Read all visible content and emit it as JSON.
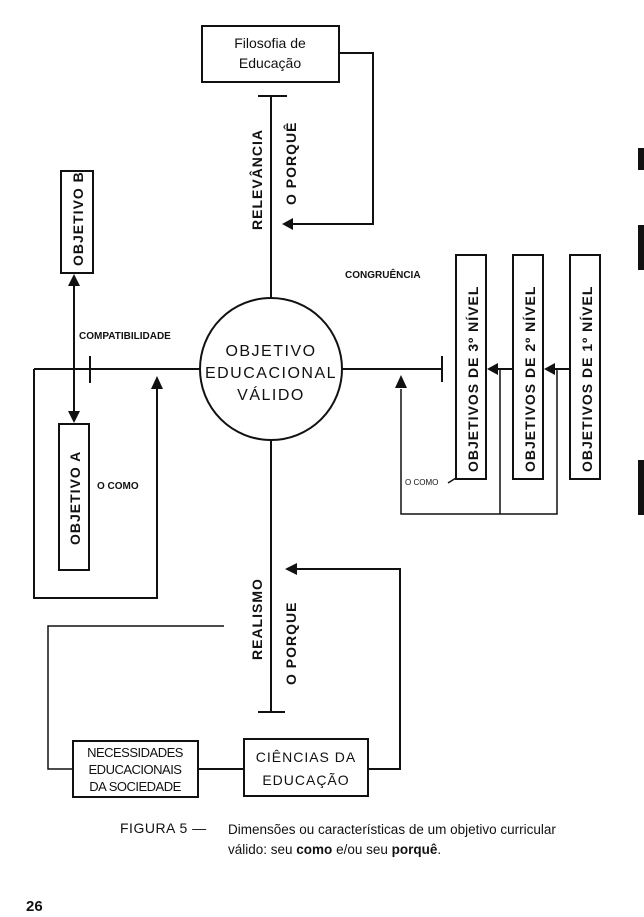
{
  "figure": {
    "center": {
      "lines": [
        "OBJETIVO",
        "EDUCACIONAL",
        "VÁLIDO"
      ]
    },
    "top_box": {
      "lines": [
        "Filosofia de",
        "Educação"
      ]
    },
    "top_axis": {
      "dimension": "RELEVÂNCIA",
      "reason": "O PORQUÊ"
    },
    "bottom_axis": {
      "dimension": "REALISMO",
      "reason": "O PORQUE"
    },
    "left_axis": {
      "dimension": "COMPATIBILIDADE",
      "reason": "O COMO"
    },
    "right_axis": {
      "dimension": "CONGRUÊNCIA",
      "reason": "O COMO"
    },
    "objective_b": "OBJETIVO B",
    "objective_a": "OBJETIVO A",
    "levels": [
      {
        "label": "OBJETIVOS DE 3º NÍVEL"
      },
      {
        "label": "OBJETIVOS DE 2º NÍVEL"
      },
      {
        "label": "OBJETIVOS DE 1º NÍVEL"
      }
    ],
    "bottom_left_box": {
      "lines": [
        "NECESSIDADES",
        "EDUCACIONAIS",
        "DA SOCIEDADE"
      ]
    },
    "bottom_right_box": {
      "lines": [
        "CIÊNCIAS DA",
        "EDUCAÇÃO"
      ]
    }
  },
  "caption": {
    "label": "FIGURA 5  —",
    "line1": "Dimensões ou características de um objetivo curricular",
    "line2_pre": "válido: seu ",
    "line2_bold1": "como",
    "line2_mid": " e/ou seu ",
    "line2_bold2": "porquê",
    "line2_end": "."
  },
  "page_number": "26"
}
